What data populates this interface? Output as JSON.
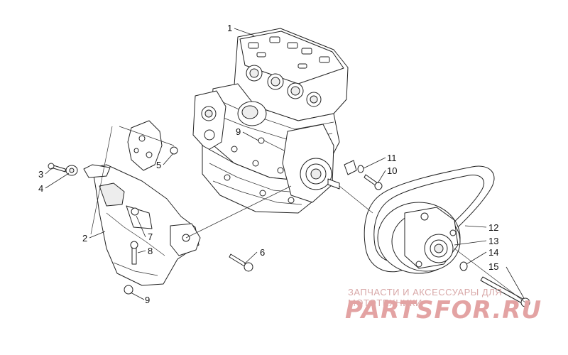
{
  "callouts": [
    {
      "id": "1",
      "text": "1"
    },
    {
      "id": "2",
      "text": "2"
    },
    {
      "id": "3",
      "text": "3"
    },
    {
      "id": "4",
      "text": "4"
    },
    {
      "id": "5",
      "text": "5"
    },
    {
      "id": "6",
      "text": "6"
    },
    {
      "id": "7",
      "text": "7"
    },
    {
      "id": "8",
      "text": "8"
    },
    {
      "id": "9a",
      "text": "9"
    },
    {
      "id": "9b",
      "text": "9"
    },
    {
      "id": "10",
      "text": "10"
    },
    {
      "id": "11",
      "text": "11"
    },
    {
      "id": "12",
      "text": "12"
    },
    {
      "id": "13",
      "text": "13"
    },
    {
      "id": "14",
      "text": "14"
    },
    {
      "id": "15",
      "text": "15"
    }
  ],
  "watermark": {
    "caption": "ЗАПЧАСТИ И АКСЕССУАРЫ ДЛЯ МОТОТЕХНИКИ",
    "logo_text": "PARTSFOR.RU"
  },
  "colors": {
    "line": "#222222",
    "watermark": "#e3a3a3"
  }
}
